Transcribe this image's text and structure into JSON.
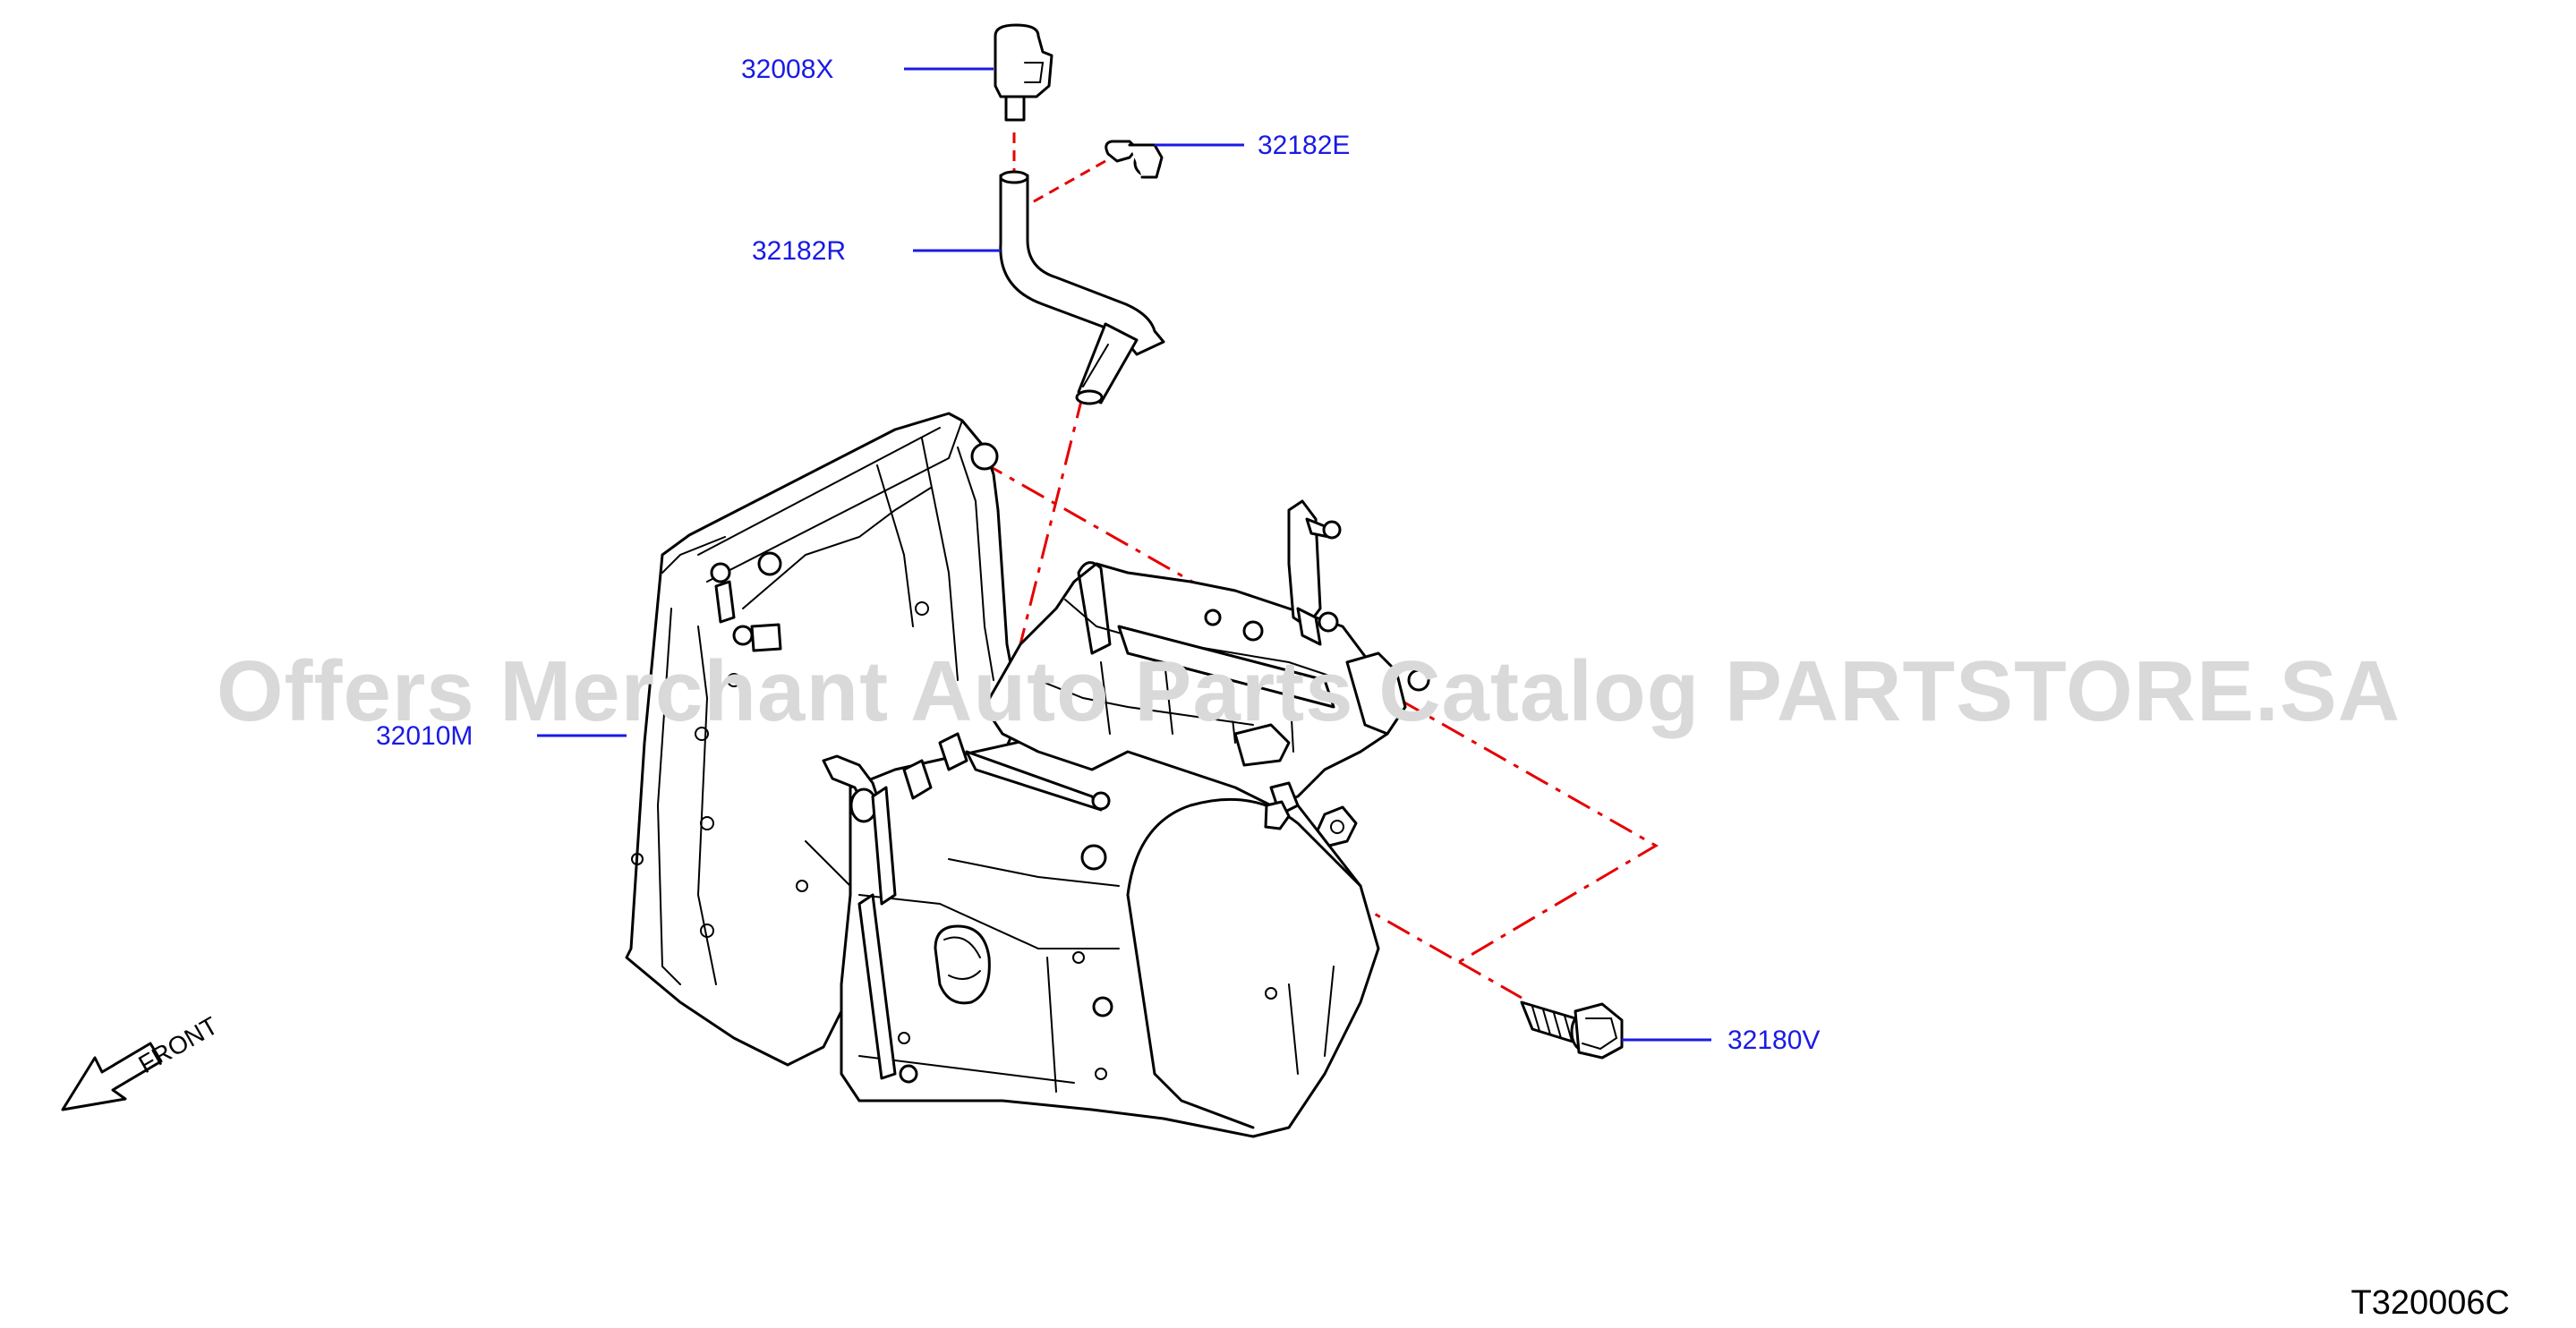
{
  "diagram": {
    "code": "T320006C",
    "front_label": "FRONT",
    "watermark": "Offers Merchant Auto Parts Catalog PARTSTORE.SA",
    "parts": [
      {
        "number": "32008X"
      },
      {
        "number": "32182E"
      },
      {
        "number": "32182R"
      },
      {
        "number": "32010M"
      },
      {
        "number": "32180V"
      }
    ]
  },
  "colors": {
    "label": "#1a1ae6",
    "leader": "#1a1ae6",
    "dashed_line": "#e60000",
    "outline": "#000000",
    "watermark": "#d9d9d9"
  },
  "icons": [
    "front-arrow-icon"
  ]
}
